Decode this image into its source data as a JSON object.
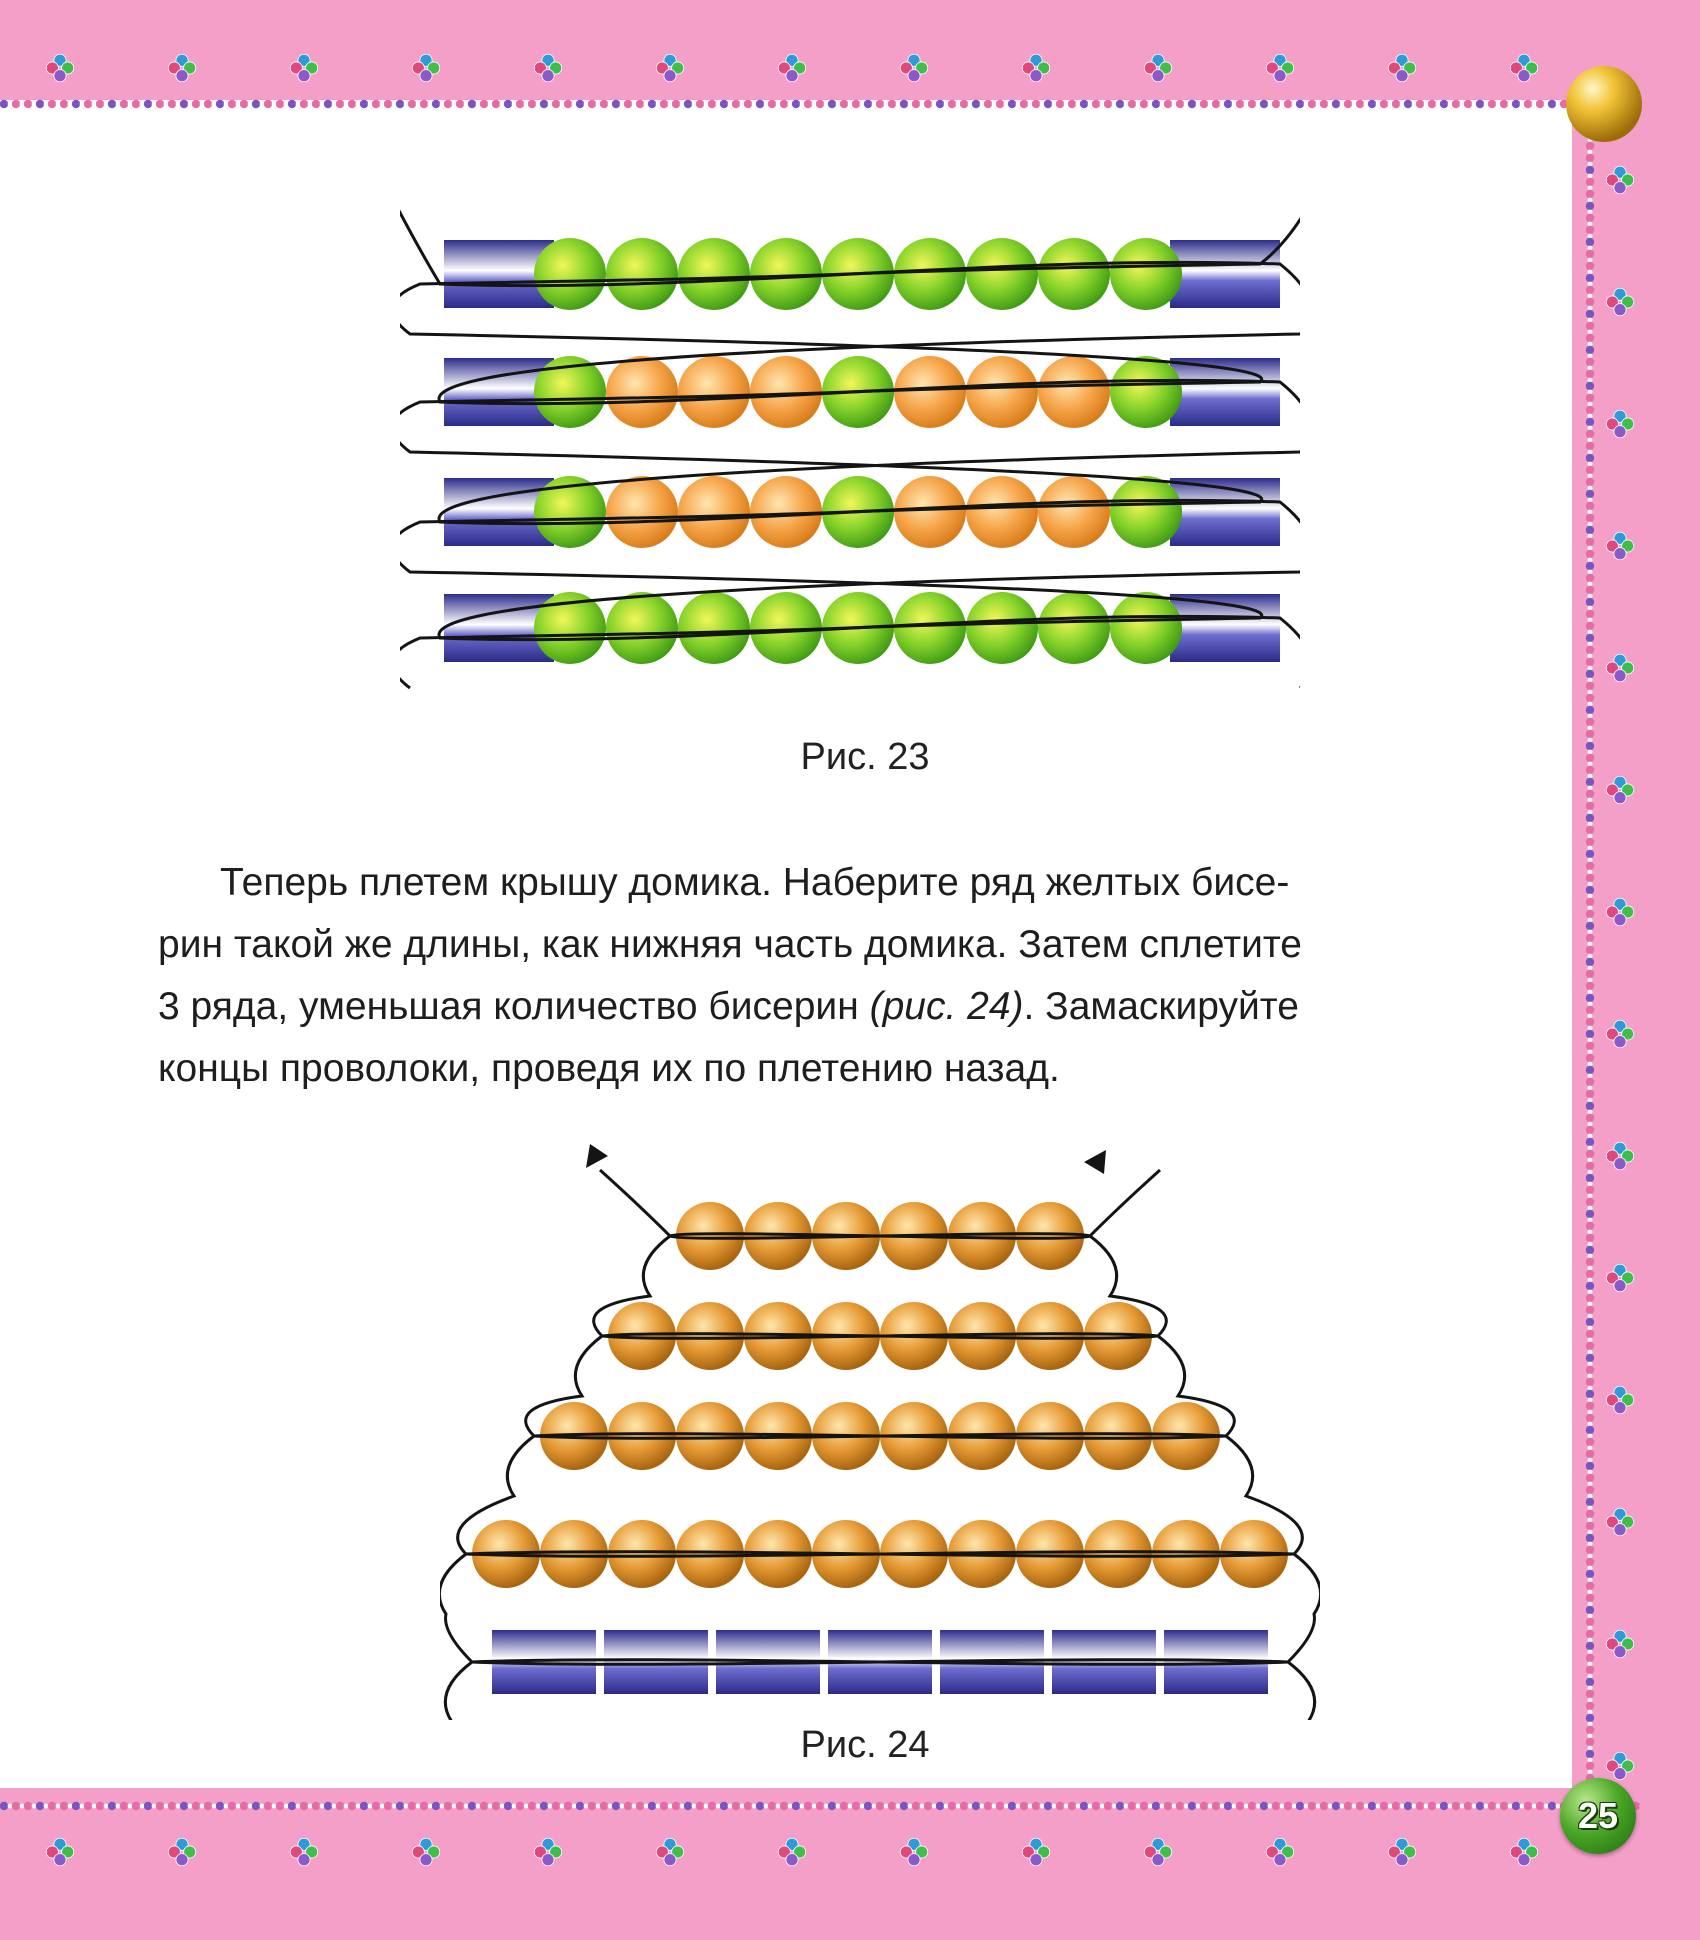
{
  "page": {
    "number": "25"
  },
  "figure_23": {
    "caption": "Рис. 23",
    "rows": [
      [
        "green",
        "green",
        "green",
        "green",
        "green",
        "green",
        "green",
        "green",
        "green"
      ],
      [
        "green",
        "orange",
        "orange",
        "orange",
        "green",
        "orange",
        "orange",
        "orange",
        "green"
      ],
      [
        "green",
        "orange",
        "orange",
        "orange",
        "green",
        "orange",
        "orange",
        "orange",
        "green"
      ],
      [
        "green",
        "green",
        "green",
        "green",
        "green",
        "green",
        "green",
        "green",
        "green"
      ]
    ]
  },
  "instructions": {
    "line1": "Теперь плетем крышу домика. Наберите ряд желтых бисе-",
    "line2": "рин такой же длины, как нижняя часть домика. Затем сплетите",
    "line3_before": "3 ряда, уменьшая количество бисерин ",
    "line3_ref": "(рис. 24)",
    "line3_after": ". Замаскируйте",
    "line4": "концы проволоки, проведя их по плетению назад."
  },
  "figure_24": {
    "caption": "Рис. 24",
    "bead_rows": [
      6,
      8,
      10,
      12
    ],
    "base_blocks": 7
  },
  "colors": {
    "page_border_pink": "#f39fc8",
    "bead_green": "#7dcc1e",
    "bead_orange": "#f3a142",
    "bead_amber": "#dd9126",
    "block_blue": "#3a3a9c",
    "thread": "#141414",
    "badge_green": "#4aa626"
  }
}
